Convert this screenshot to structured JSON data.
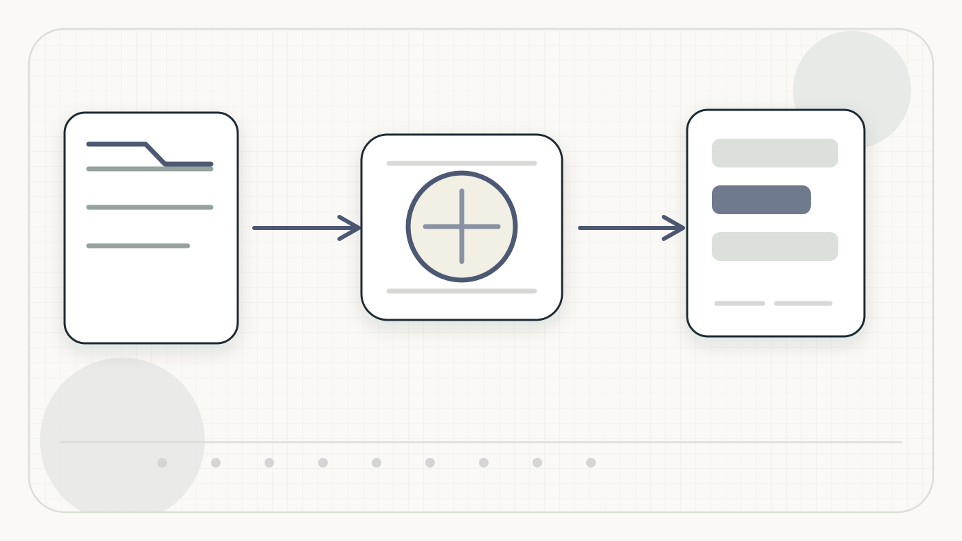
{
  "diagram": {
    "nodes": [
      {
        "id": "source-document",
        "icon": "document-icon",
        "text_lines": 3
      },
      {
        "id": "add-step",
        "icon": "plus-circle-icon"
      },
      {
        "id": "result-panel",
        "icon": "form-panel-icon",
        "rows": 3
      }
    ],
    "edges": [
      {
        "from": "source-document",
        "to": "add-step",
        "icon": "arrow-right-icon"
      },
      {
        "from": "add-step",
        "to": "result-panel",
        "icon": "arrow-right-icon"
      }
    ],
    "progress_dots": 9
  },
  "colors": {
    "background": "#faf9f5",
    "frame_border": "#dcdfd5",
    "grid": "#ecede6",
    "card_fill": "#ffffff",
    "card_stroke": "#1f2b33",
    "accent": "#4d5873",
    "accent_fill": "#6f7a8f",
    "muted_line": "#95a29d",
    "soft_line": "#d8d8d6",
    "soft_block": "#dbe1da",
    "plus_fill": "#f2efe5",
    "plus_cross": "#8892a2",
    "decor_circle": "#e6e8e6",
    "dot": "#d5d5d5"
  }
}
